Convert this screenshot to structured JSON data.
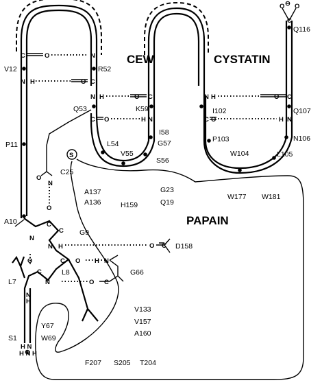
{
  "titles": {
    "cew": "CEW",
    "cystatin": "CYSTATIN",
    "papain": "PAPAIN"
  },
  "cystatin_residues": {
    "v12": "V12",
    "p11": "P11",
    "a10": "A10",
    "r52": "R52",
    "q53": "Q53",
    "l54": "L54",
    "v55": "V55",
    "s56": "S56",
    "g57": "G57",
    "i58": "I58",
    "k59": "K59",
    "i102": "I102",
    "p103": "P103",
    "w104": "W104",
    "l105": "L105",
    "n106": "N106",
    "q107": "Q107",
    "q116": "Q116",
    "g9": "G9",
    "l8": "L8",
    "l7": "L7",
    "s1": "S1"
  },
  "papain_residues": {
    "c25": "C25",
    "a137": "A137",
    "a136": "A136",
    "h159": "H159",
    "g23": "G23",
    "q19": "Q19",
    "w177": "W177",
    "w181": "W181",
    "d158": "D158",
    "g66": "G66",
    "v133": "V133",
    "v157": "V157",
    "a160": "A160",
    "y67": "Y67",
    "w69": "W69",
    "f207": "F207",
    "s205": "S205",
    "t204": "T204"
  },
  "atoms": {
    "c": "C",
    "n": "N",
    "o": "O",
    "h": "H",
    "s": "S",
    "minus": "⊖",
    "plus": "⊕",
    "hn": "H N",
    "h2n": "H N H"
  }
}
